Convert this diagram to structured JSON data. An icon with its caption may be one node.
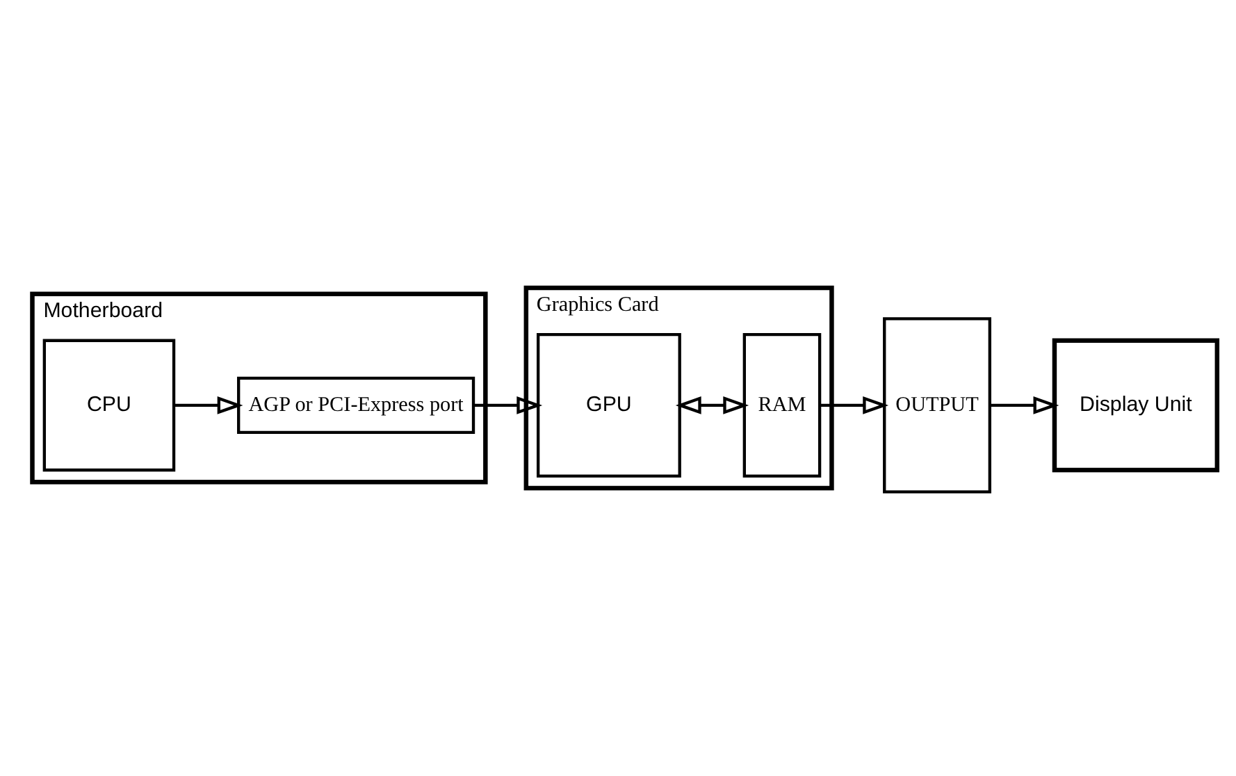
{
  "diagram": {
    "nodes": [
      {
        "text": [
          "Motherboard"
        ]
      },
      {
        "text": [
          "Graphics Card"
        ]
      },
      {
        "text": [
          "GPU"
        ],
        "in": 1
      },
      {
        "text": [
          "RAM"
        ],
        "in": 1
      },
      {
        "text": [
          "OUTPUT"
        ]
      },
      {
        "text": [
          "Display Unit"
        ]
      },
      {
        "text": [
          "AGP or PCI-Express port"
        ],
        "in": 0
      },
      {
        "text": [
          "CPU"
        ],
        "in": 0
      }
    ],
    "edges": [
      {
        "from": 2,
        "to": 3,
        "arrow": "both"
      },
      {
        "from": 3,
        "to": 4,
        "arrow": "to"
      },
      {
        "from": 4,
        "to": 5,
        "arrow": "to"
      },
      {
        "from": 6,
        "to": 2,
        "arrow": "to"
      },
      {
        "from": 7,
        "to": 6,
        "arrow": "to"
      }
    ]
  }
}
